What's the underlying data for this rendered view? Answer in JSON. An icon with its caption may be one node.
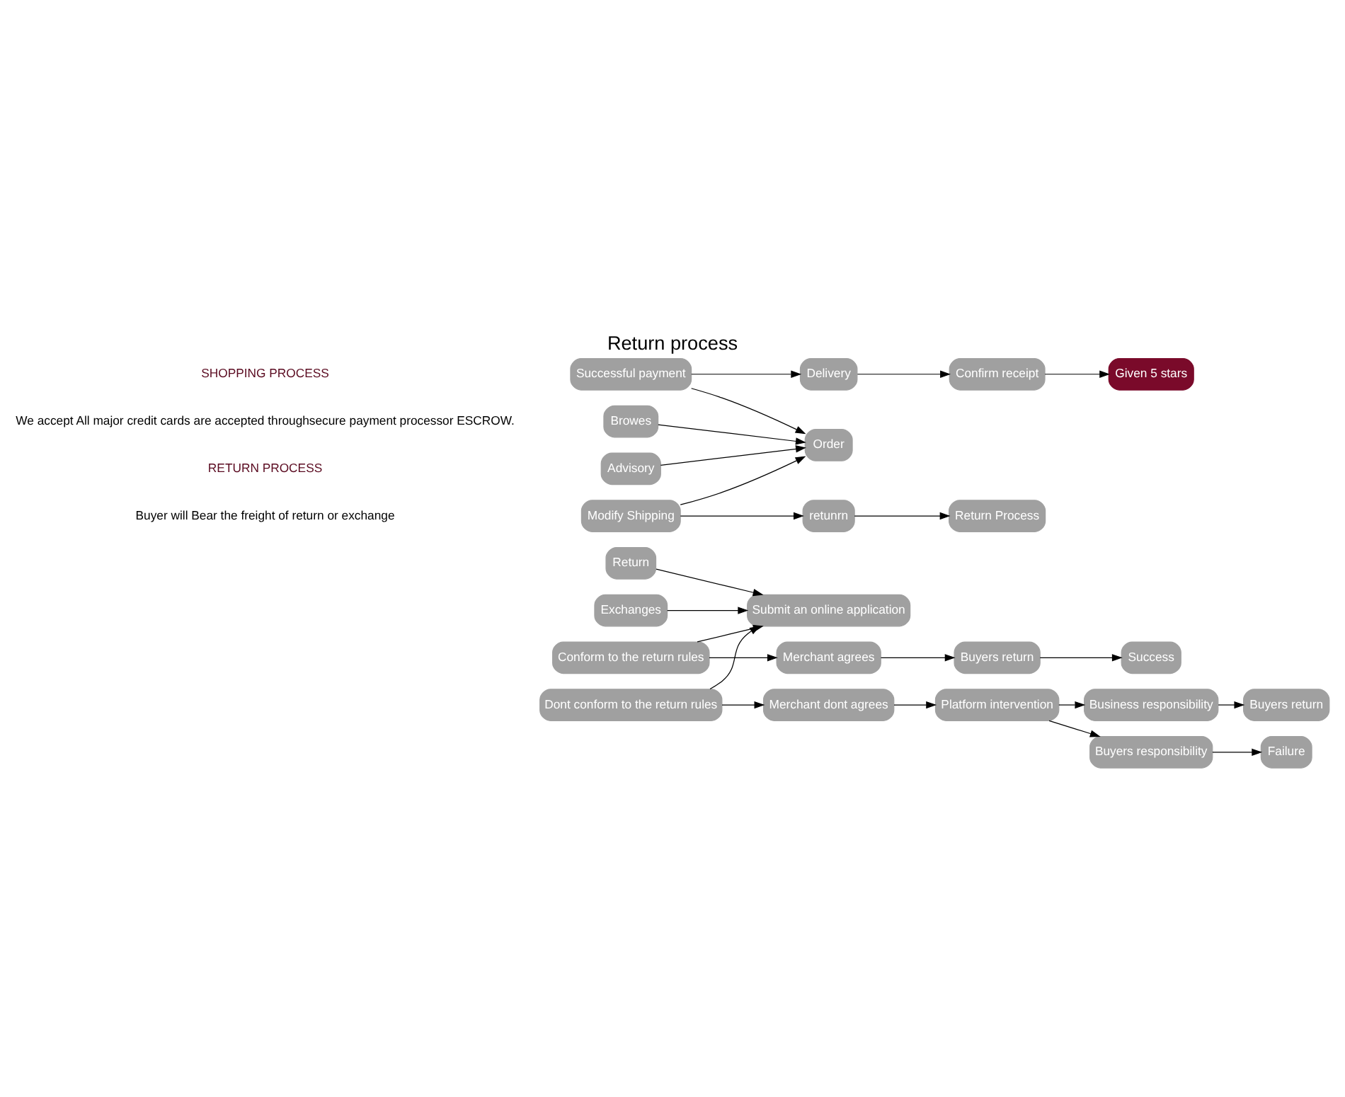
{
  "diagram": {
    "title": "Return process",
    "nodes": [
      {
        "text": [
          "Browes"
        ]
      },
      {
        "text": [
          "Order"
        ]
      },
      {
        "text": [
          "Successful payment"
        ]
      },
      {
        "text": [
          "Delivery"
        ]
      },
      {
        "text": [
          "Confirm receipt"
        ]
      },
      {
        "text": [
          "Given 5 stars"
        ]
      },
      {
        "text": [
          "Advisory"
        ]
      },
      {
        "text": [
          "Modify Shipping"
        ]
      },
      {
        "text": [
          "retunrn"
        ]
      },
      {
        "text": [
          "Return Process"
        ]
      },
      {
        "text": [
          "Return"
        ]
      },
      {
        "text": [
          "Submit an online application"
        ]
      },
      {
        "text": [
          "Conform to the return rules"
        ]
      },
      {
        "text": [
          "Merchant agrees"
        ]
      },
      {
        "text": [
          "Buyers return"
        ]
      },
      {
        "text": [
          "Success"
        ]
      },
      {
        "text": [
          "Exchanges"
        ]
      },
      {
        "text": [
          "Dont conform to the return rules"
        ]
      },
      {
        "text": [
          "Merchant dont agrees"
        ]
      },
      {
        "text": [
          "Platform intervention"
        ]
      },
      {
        "text": [
          "Business responsibility"
        ]
      },
      {
        "text": [
          "Buyers return"
        ]
      },
      {
        "text": [
          "Buyers responsibility"
        ]
      },
      {
        "text": [
          "Failure"
        ]
      }
    ],
    "edges": [
      {
        "from": 0,
        "to": 1,
        "arrow": "to"
      },
      {
        "from": 6,
        "to": 1,
        "arrow": "to"
      },
      {
        "from": 2,
        "to": 1,
        "arrow": "to"
      },
      {
        "from": 7,
        "to": 1,
        "arrow": "to"
      },
      {
        "from": 2,
        "to": 3,
        "arrow": "to"
      },
      {
        "from": 3,
        "to": 4,
        "arrow": "to"
      },
      {
        "from": 4,
        "to": 5,
        "arrow": "to"
      },
      {
        "from": 7,
        "to": 8,
        "arrow": "to"
      },
      {
        "from": 8,
        "to": 9,
        "arrow": "to"
      },
      {
        "from": 10,
        "to": 11,
        "arrow": "to"
      },
      {
        "from": 16,
        "to": 11,
        "arrow": "to"
      },
      {
        "from": 12,
        "to": 11,
        "arrow": "to"
      },
      {
        "from": 17,
        "to": 11,
        "arrow": "to"
      },
      {
        "from": 12,
        "to": 13,
        "arrow": "to"
      },
      {
        "from": 13,
        "to": 14,
        "arrow": "to"
      },
      {
        "from": 14,
        "to": 15,
        "arrow": "to"
      },
      {
        "from": 17,
        "to": 18,
        "arrow": "to"
      },
      {
        "from": 18,
        "to": 19,
        "arrow": "to"
      },
      {
        "from": 19,
        "to": 20,
        "arrow": "to"
      },
      {
        "from": 19,
        "to": 22,
        "arrow": "to"
      },
      {
        "from": 20,
        "to": 21,
        "arrow": "to"
      },
      {
        "from": 22,
        "to": 23,
        "arrow": "to"
      }
    ],
    "labels": [
      "SHOPPING PROCESS",
      "We accept All major credit cards are accepted throughsecure payment processor ESCROW.",
      "RETURN PROCESS",
      "Buyer will Bear the freight of return or exchange"
    ]
  }
}
